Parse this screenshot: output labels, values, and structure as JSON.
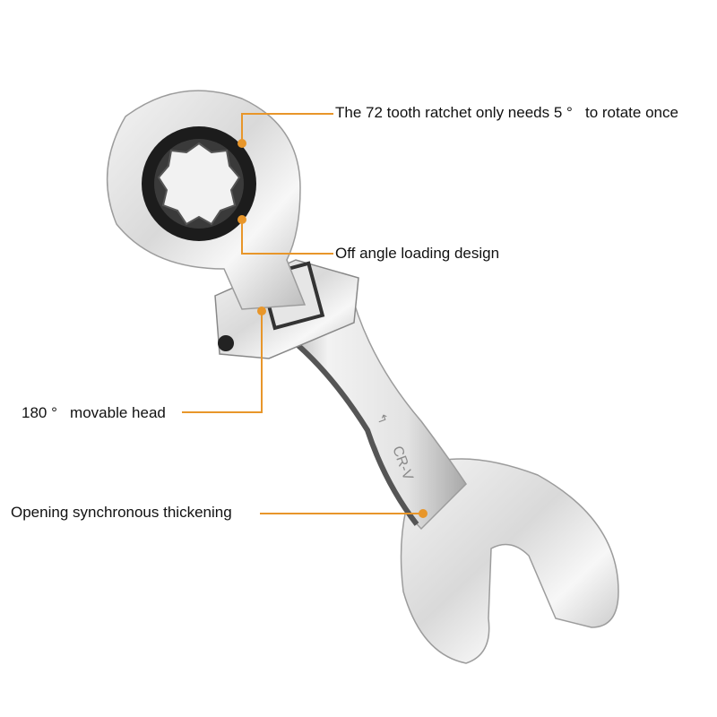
{
  "colors": {
    "callout": "#e8962a",
    "text": "#111111",
    "background": "#ffffff"
  },
  "product": {
    "engraving": "CR-V",
    "engraving_icon": "arrow-rotate-icon"
  },
  "callouts": [
    {
      "text": "The 72 tooth ratchet only needs 5 °   to rotate once"
    },
    {
      "text": "Off angle loading design"
    },
    {
      "text": "180 °   movable head"
    },
    {
      "text": "Opening synchronous thickening"
    }
  ]
}
